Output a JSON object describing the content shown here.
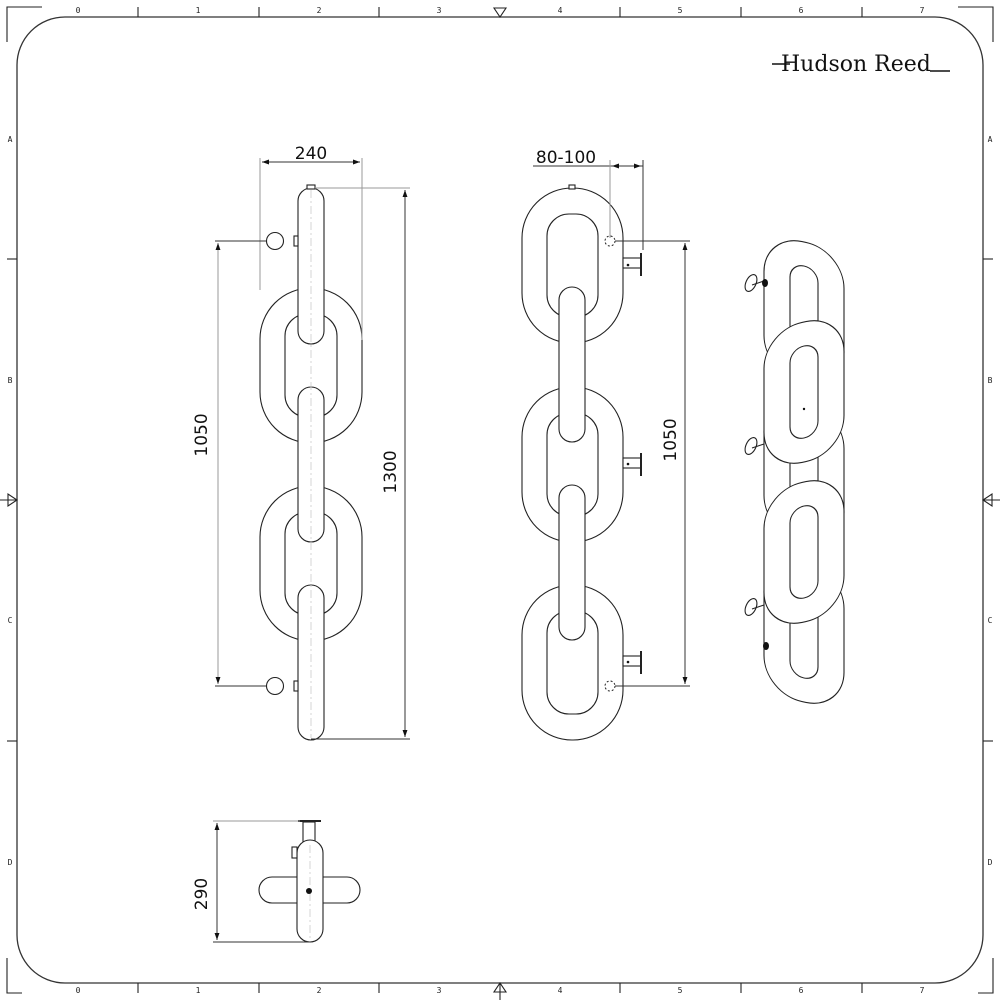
{
  "sheet": {
    "brand": "Hudson Reed",
    "column_labels": [
      "0",
      "1",
      "2",
      "3",
      "4",
      "5",
      "6",
      "7"
    ],
    "row_labels": [
      "A",
      "B",
      "C",
      "D"
    ]
  },
  "front_view": {
    "width_dim": "240",
    "pipe_centres_dim": "1050",
    "height_dim": "1300"
  },
  "rear_view": {
    "wall_gap_dim": "80-100",
    "pipe_centres_dim": "1050"
  },
  "side_view": {
    "depth_dim": "290"
  },
  "perspective_view": {
    "label": ""
  },
  "colors": {
    "line": "#222222",
    "extension_line": "#999999",
    "background": "#ffffff"
  }
}
